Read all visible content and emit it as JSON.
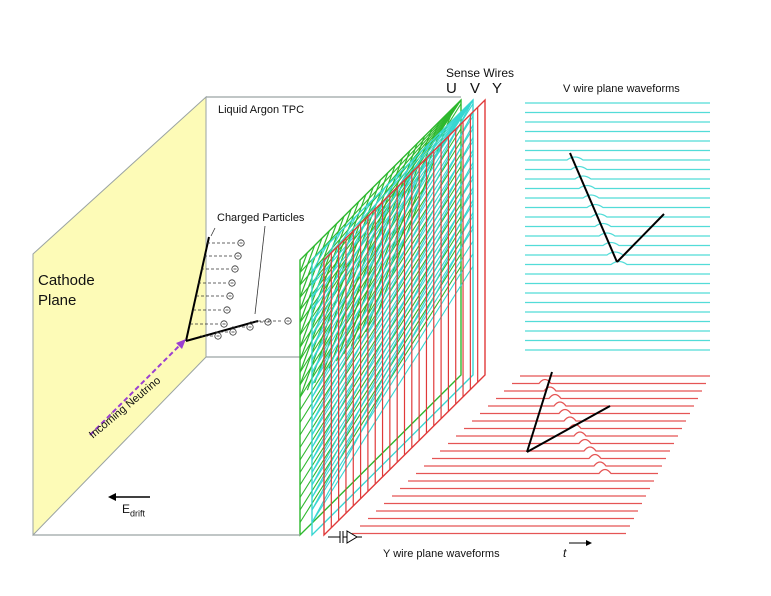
{
  "labels": {
    "sense_wires": "Sense Wires",
    "plane_u": "U",
    "plane_v": "V",
    "plane_y": "Y",
    "v_waveforms": "V wire plane waveforms",
    "y_waveforms": "Y wire plane waveforms",
    "tpc": "Liquid Argon TPC",
    "charged_particles": "Charged Particles",
    "cathode_line1": "Cathode",
    "cathode_line2": "Plane",
    "neutrino": "Incoming Neutrino",
    "e_drift_main": "E",
    "e_drift_sub": "drift",
    "time_axis": "t"
  },
  "colors": {
    "cathode_fill": "#fdfbb7",
    "box_edge": "#9aa3a3",
    "u_wires": "#2eb82e",
    "v_wires": "#38d6d2",
    "y_wires": "#e03a3a",
    "v_waveform": "#52dcd8",
    "y_waveform": "#e55555",
    "neutrino": "#9b3fd1",
    "track": "#000000",
    "arrows": "#333333"
  }
}
